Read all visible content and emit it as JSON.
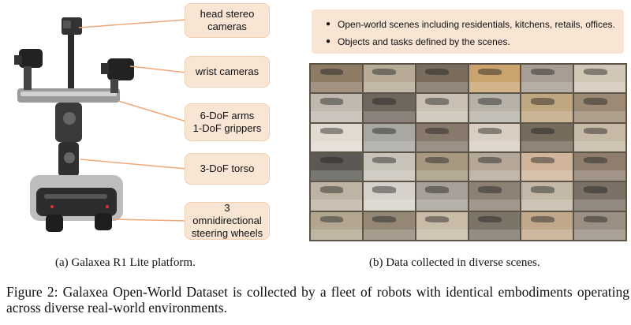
{
  "left_panel": {
    "callouts": [
      "head stereo\ncameras",
      "wrist cameras",
      "6-DoF arms\n1-DoF grippers",
      "3-DoF torso",
      "3 omnidirectional\nsteering wheels"
    ],
    "colors": {
      "callout_fill": "#f8e5d4",
      "callout_line": "#f0a877"
    }
  },
  "right_panel": {
    "bullets": [
      "Open-world scenes including residentials, kitchens, retails, offices.",
      "Objects and tasks defined by the scenes."
    ],
    "scene_tiles": [
      "#8d7b66",
      "#b7aa97",
      "#7a6d5e",
      "#caa36f",
      "#a79d92",
      "#d2c6b6",
      "#c0b8ae",
      "#6f665d",
      "#c9c0b3",
      "#b8b1a8",
      "#bfa780",
      "#9d8a75",
      "#e2dad0",
      "#a8a7a2",
      "#87796c",
      "#d8cfc2",
      "#776b5c",
      "#c6b9a5",
      "#5c5954",
      "#c7c3b9",
      "#a79980",
      "#b5a899",
      "#d0b59a",
      "#8f7e6d",
      "#bfb3a3",
      "#d6d2cb",
      "#a6a098",
      "#8d8174",
      "#c3b7a7",
      "#7b7065",
      "#b3a690",
      "#948775",
      "#c8bba8",
      "#7d7468",
      "#c2a88a",
      "#9a8f82"
    ]
  },
  "captions": {
    "sub_a": "(a) Galaxea R1 Lite platform.",
    "sub_b": "(b) Data collected in diverse scenes.",
    "figure": "Figure 2: Galaxea Open-World Dataset is collected by a fleet of robots with identical embodiments operating across diverse real-world environments."
  }
}
